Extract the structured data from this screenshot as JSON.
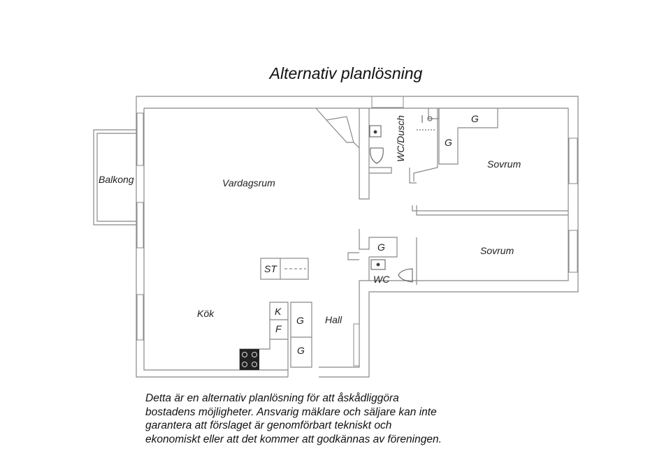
{
  "title": "Alternativ planlösning",
  "rooms": {
    "balcony": "Balkong",
    "living": "Vardagsrum",
    "wc_shower": "WC/Dusch",
    "bedroom_1": "Sovrum",
    "bedroom_2": "Sovrum",
    "kitchen": "Kök",
    "hall": "Hall",
    "wc": "WC"
  },
  "fixtures": {
    "storage": "ST",
    "fridge": "K",
    "freezer": "F",
    "wardrobe": "G"
  },
  "disclaimer": [
    "Detta är en alternativ planlösning för att åskådliggöra",
    "bostadens möjligheter. Ansvarig mäklare och säljare kan inte",
    "garantera att förslaget är genomförbart tekniskt och",
    "ekonomiskt eller att det kommer att godkännas av föreningen."
  ],
  "colors": {
    "wall": "#b9b9b9",
    "line": "#555555",
    "text": "#111111"
  }
}
